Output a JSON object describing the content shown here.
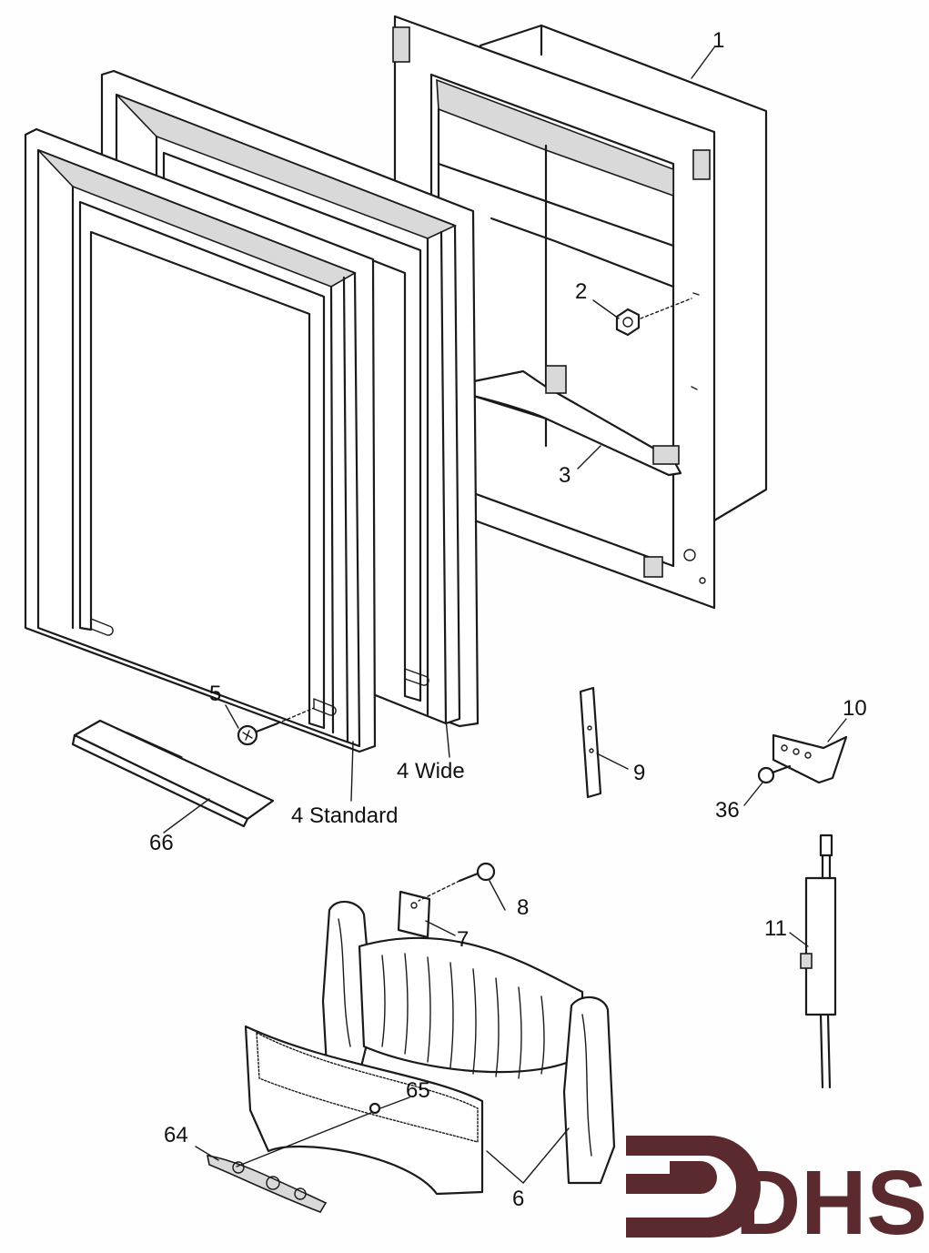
{
  "labels": {
    "p1": "1",
    "p2": "2",
    "p3": "3",
    "p4_wide": "4 Wide",
    "p4_standard": "4 Standard",
    "p5": "5",
    "p6": "6",
    "p7": "7",
    "p8": "8",
    "p9": "9",
    "p10": "10",
    "p11": "11",
    "p36": "36",
    "p64": "64",
    "p65": "65",
    "p66": "66"
  },
  "logo": {
    "text": "DHS",
    "color": "#5a2a2e"
  }
}
